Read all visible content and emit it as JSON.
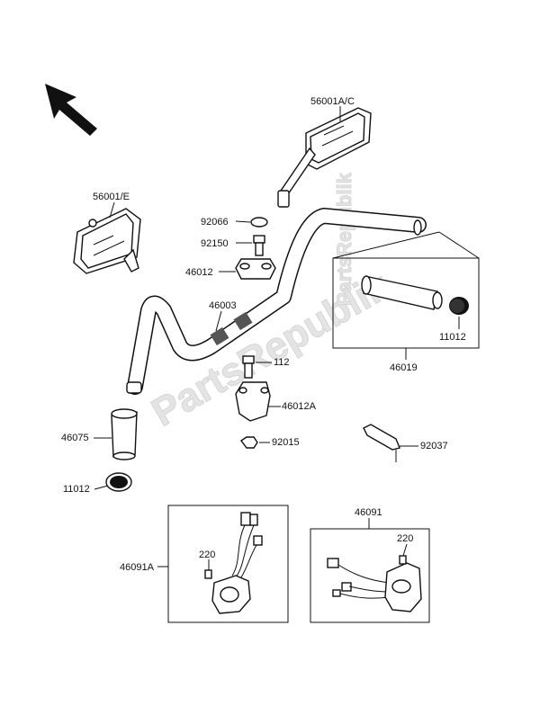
{
  "watermark": "PartsRepublik",
  "labels": {
    "mirror_right": "56001A/C",
    "mirror_left": "56001/E",
    "cap": "92066",
    "bolt_upper": "92150",
    "holder_upper": "46012",
    "handlebar": "46003",
    "bolt_112": "112",
    "holder_lower": "46012A",
    "nut": "92015",
    "grip_left": "46075",
    "end_cap_left": "11012",
    "throttle_grip": "46019",
    "end_cap_right": "11012",
    "bracket": "92037",
    "switch_left": "46091A",
    "switch_right": "46091",
    "screw_left": "220",
    "screw_right": "220"
  },
  "colors": {
    "ink": "#111111",
    "paper": "#ffffff",
    "watermark": "#e4e4e4"
  }
}
